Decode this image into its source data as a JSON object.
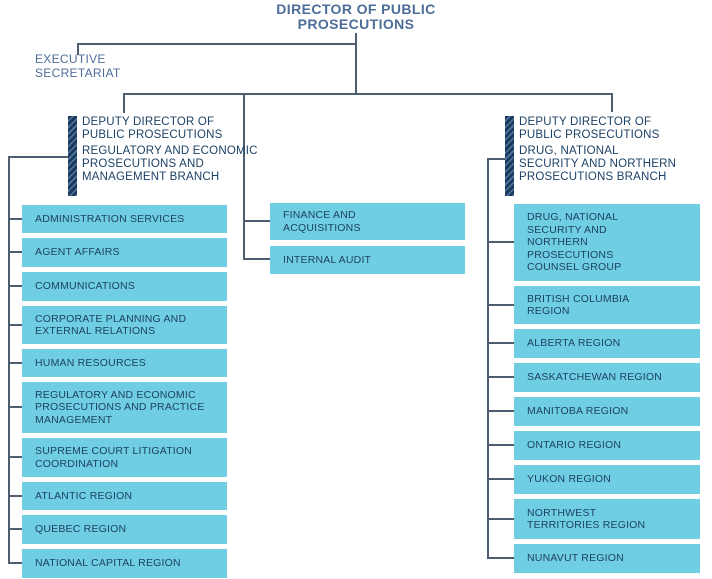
{
  "chart": {
    "title": "DIRECTOR OF PUBLIC\nPROSECUTIONS",
    "executive_secretariat": "EXECUTIVE\nSECRETARIAT",
    "left_branch": {
      "head_title": "DEPUTY DIRECTOR OF\nPUBLIC PROSECUTIONS",
      "head_subtitle": "REGULATORY AND ECONOMIC\nPROSECUTIONS AND\nMANAGEMENT BRANCH",
      "units": [
        "ADMINISTRATION SERVICES",
        "AGENT AFFAIRS",
        "COMMUNICATIONS",
        "CORPORATE PLANNING AND\nEXTERNAL RELATIONS",
        "HUMAN RESOURCES",
        "REGULATORY AND ECONOMIC\nPROSECUTIONS AND PRACTICE\nMANAGEMENT",
        "SUPREME COURT LITIGATION\nCOORDINATION",
        "ATLANTIC REGION",
        "QUEBEC REGION",
        "NATIONAL CAPITAL REGION"
      ]
    },
    "center_branch": {
      "units": [
        "FINANCE AND\nACQUISITIONS",
        "INTERNAL AUDIT"
      ]
    },
    "right_branch": {
      "head_title": "DEPUTY DIRECTOR OF\nPUBLIC PROSECUTIONS",
      "head_subtitle": "DRUG, NATIONAL\nSECURITY AND NORTHERN\nPROSECUTIONS BRANCH",
      "units": [
        "DRUG, NATIONAL\nSECURITY AND\nNORTHERN\nPROSECUTIONS\nCOUNSEL GROUP",
        "BRITISH COLUMBIA\nREGION",
        "ALBERTA REGION",
        "SASKATCHEWAN REGION",
        "MANITOBA REGION",
        "ONTARIO REGION",
        "YUKON REGION",
        "NORTHWEST\nTERRITORIES REGION",
        "NUNAVUT REGION"
      ]
    },
    "colors": {
      "box_fill": "#70CEE2",
      "connector_line": "#4E5E70",
      "heading_text": "#4D6D99",
      "navy_text": "#1C4166",
      "stripe_dark": "#1B3A5F",
      "stripe_light": "#54789E"
    }
  }
}
